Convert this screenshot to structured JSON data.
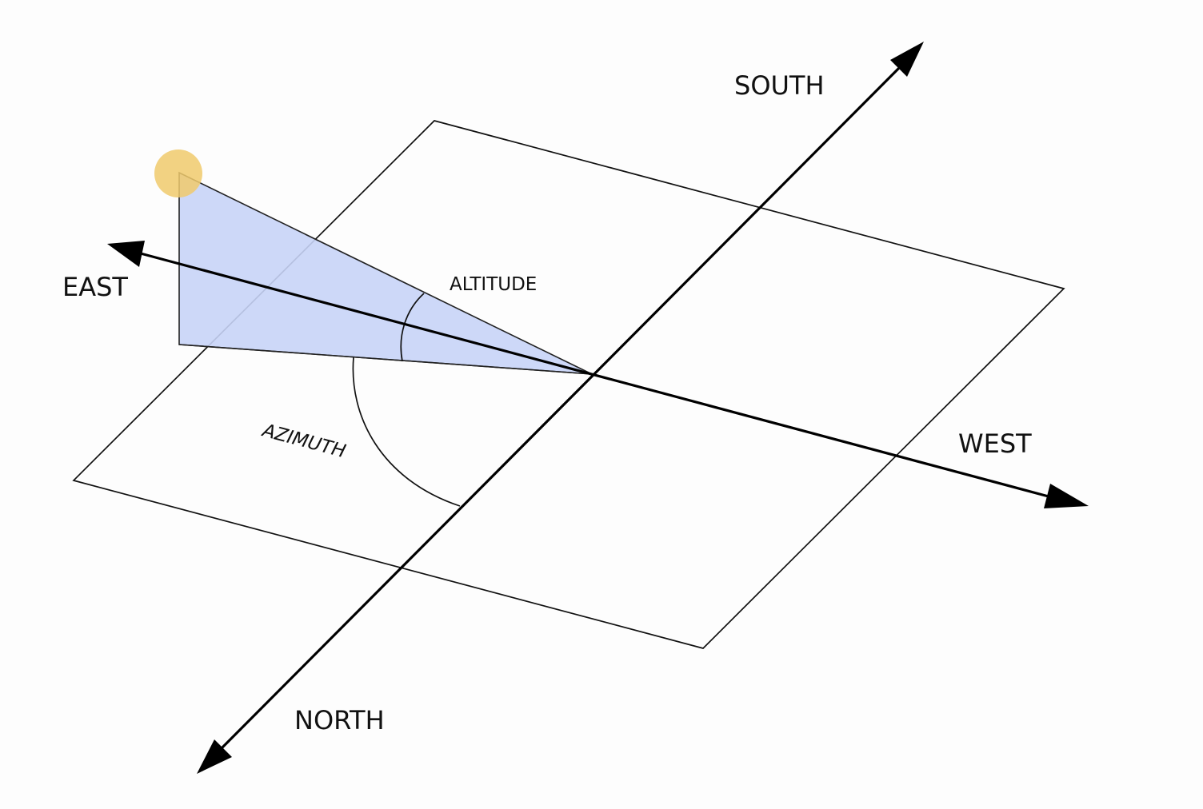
{
  "labels": {
    "south": "SOUTH",
    "east": "EAST",
    "west": "WEST",
    "north": "NORTH",
    "altitude": "ALTITUDE",
    "azimuth": "AZIMUTH"
  },
  "colors": {
    "sun_fill": "#f0ca6c",
    "wedge_fill": "#c8d4f7",
    "line": "#000000",
    "background": "#fdfdfd"
  }
}
